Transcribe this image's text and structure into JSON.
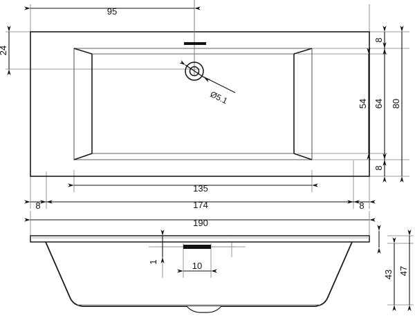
{
  "drawing": {
    "title": "Bathtub technical drawing",
    "units": "cm",
    "line_color": "#1a1a1a",
    "thin_line_color": "#6d6d6d",
    "fill_color": "#ffffff",
    "background": "#ffffff"
  },
  "plan_view": {
    "name": "top-plan-view",
    "dimensions": {
      "top_95": "95",
      "left_24": "24",
      "right_8_top": "8",
      "right_54": "54",
      "right_64": "64",
      "right_8_bottom": "8",
      "right_80": "80",
      "bottom_135": "135",
      "bottom_8_left": "8",
      "bottom_174": "174",
      "bottom_8_right": "8",
      "bottom_190": "190"
    },
    "drain": {
      "label": "Ø5.1",
      "name": "drain-hole"
    },
    "overflow": {
      "name": "overflow-slot"
    }
  },
  "section_view": {
    "name": "front-section-view",
    "dimensions": {
      "waste_depth_1": "1",
      "waste_width_10": "10",
      "inner_depth_43": "43",
      "overall_depth_47": "47"
    }
  }
}
